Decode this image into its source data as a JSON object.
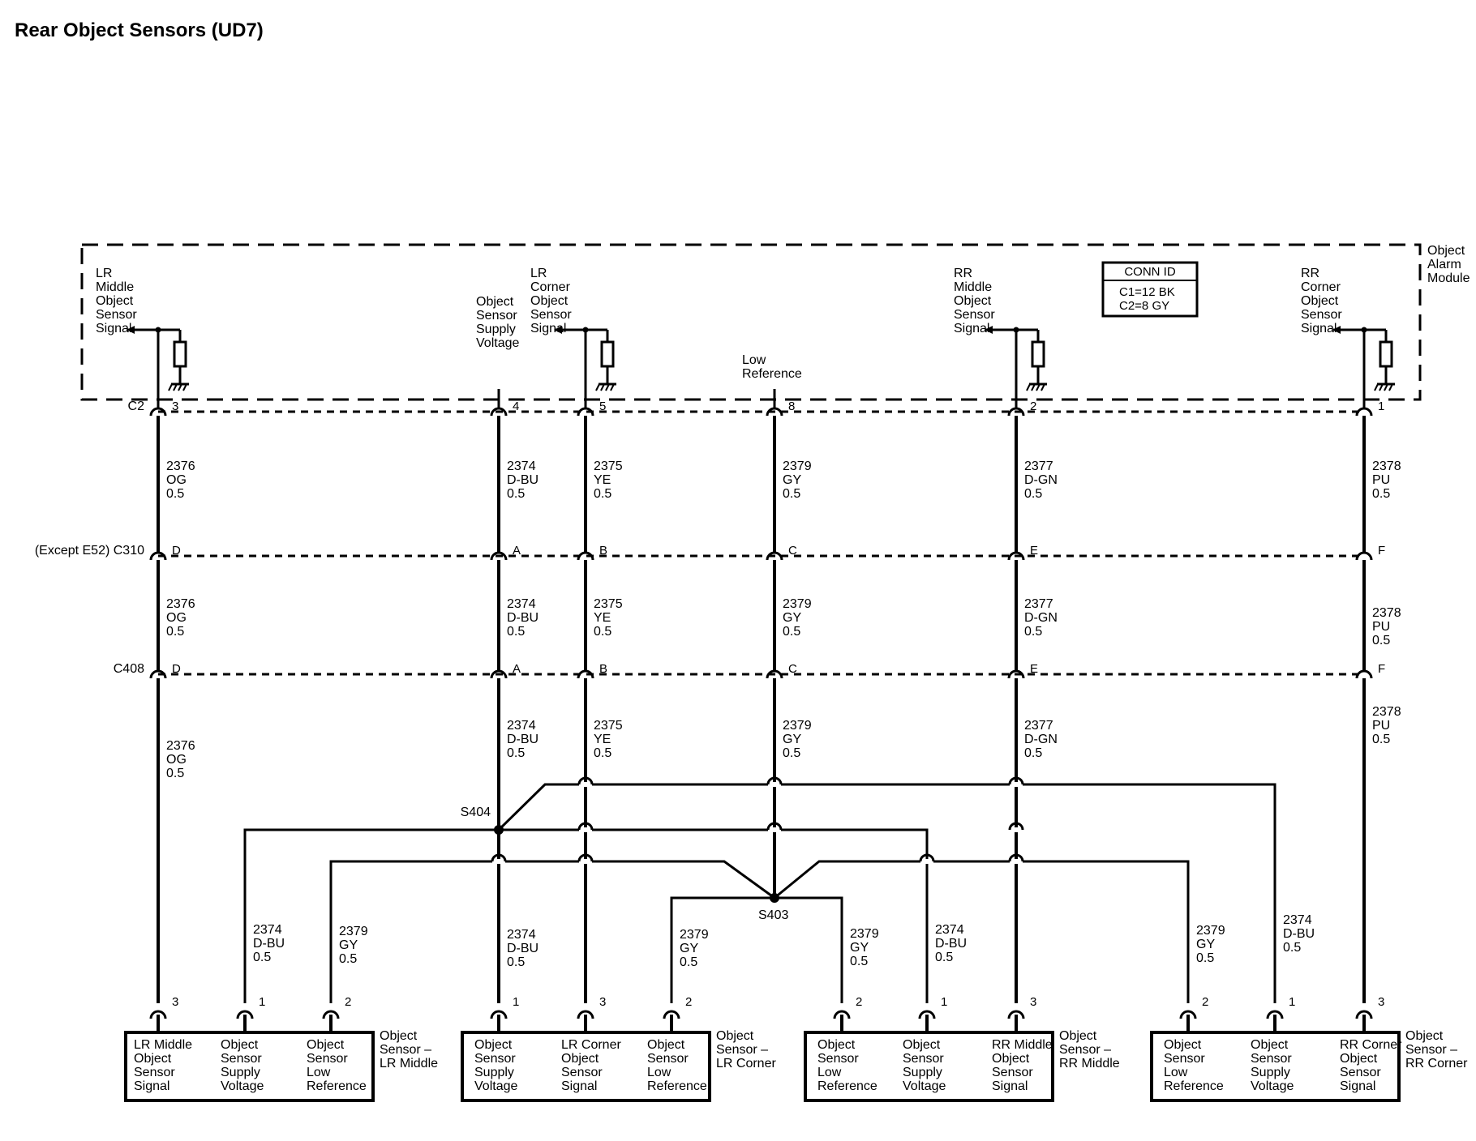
{
  "title": "Rear Object Sensors (UD7)",
  "module": {
    "name_lines": [
      "Object",
      "Alarm",
      "Module"
    ],
    "conn_id": {
      "header": "CONN ID",
      "lines": [
        "C1=12 BK",
        "C2=8 GY"
      ]
    },
    "signals": [
      {
        "id": "lr-middle-signal",
        "lines": [
          "LR",
          "Middle",
          "Object",
          "Sensor",
          "Signal"
        ]
      },
      {
        "id": "supply-voltage",
        "lines": [
          "Object",
          "Sensor",
          "Supply",
          "Voltage"
        ]
      },
      {
        "id": "lr-corner-signal",
        "lines": [
          "LR",
          "Corner",
          "Object",
          "Sensor",
          "Signal"
        ]
      },
      {
        "id": "low-reference",
        "lines": [
          "Low",
          "Reference"
        ]
      },
      {
        "id": "rr-middle-signal",
        "lines": [
          "RR",
          "Middle",
          "Object",
          "Sensor",
          "Signal"
        ]
      },
      {
        "id": "rr-corner-signal",
        "lines": [
          "RR",
          "Corner",
          "Object",
          "Sensor",
          "Signal"
        ]
      }
    ]
  },
  "connectors": {
    "c2": {
      "label": "C2",
      "pins": [
        "3",
        "4",
        "5",
        "8",
        "2",
        "1"
      ]
    },
    "c310": {
      "label": "(Except E52) C310",
      "pins": [
        "D",
        "A",
        "B",
        "C",
        "E",
        "F"
      ]
    },
    "c408": {
      "label": "C408",
      "pins": [
        "D",
        "A",
        "B",
        "C",
        "E",
        "F"
      ]
    }
  },
  "wires": [
    {
      "circuit": "2376",
      "color": "OG",
      "gauge": "0.5"
    },
    {
      "circuit": "2374",
      "color": "D-BU",
      "gauge": "0.5"
    },
    {
      "circuit": "2375",
      "color": "YE",
      "gauge": "0.5"
    },
    {
      "circuit": "2379",
      "color": "GY",
      "gauge": "0.5"
    },
    {
      "circuit": "2377",
      "color": "D-GN",
      "gauge": "0.5"
    },
    {
      "circuit": "2378",
      "color": "PU",
      "gauge": "0.5"
    }
  ],
  "splices": {
    "s404": "S404",
    "s403": "S403"
  },
  "sensors": [
    {
      "name_lines": [
        "Object",
        "Sensor –",
        "LR Middle"
      ],
      "terminals": [
        {
          "pin": "3",
          "lines": [
            "LR Middle",
            "Object",
            "Sensor",
            "Signal"
          ]
        },
        {
          "pin": "1",
          "lines": [
            "Object",
            "Sensor",
            "Supply",
            "Voltage"
          ]
        },
        {
          "pin": "2",
          "lines": [
            "Object",
            "Sensor",
            "Low",
            "Reference"
          ]
        }
      ]
    },
    {
      "name_lines": [
        "Object",
        "Sensor –",
        "LR Corner"
      ],
      "terminals": [
        {
          "pin": "1",
          "lines": [
            "Object",
            "Sensor",
            "Supply",
            "Voltage"
          ]
        },
        {
          "pin": "3",
          "lines": [
            "LR Corner",
            "Object",
            "Sensor",
            "Signal"
          ]
        },
        {
          "pin": "2",
          "lines": [
            "Object",
            "Sensor",
            "Low",
            "Reference"
          ]
        }
      ]
    },
    {
      "name_lines": [
        "Object",
        "Sensor –",
        "RR Middle"
      ],
      "terminals": [
        {
          "pin": "2",
          "lines": [
            "Object",
            "Sensor",
            "Low",
            "Reference"
          ]
        },
        {
          "pin": "1",
          "lines": [
            "Object",
            "Sensor",
            "Supply",
            "Voltage"
          ]
        },
        {
          "pin": "3",
          "lines": [
            "RR Middle",
            "Object",
            "Sensor",
            "Signal"
          ]
        }
      ]
    },
    {
      "name_lines": [
        "Object",
        "Sensor –",
        "RR Corner"
      ],
      "terminals": [
        {
          "pin": "2",
          "lines": [
            "Object",
            "Sensor",
            "Low",
            "Reference"
          ]
        },
        {
          "pin": "1",
          "lines": [
            "Object",
            "Sensor",
            "Supply",
            "Voltage"
          ]
        },
        {
          "pin": "3",
          "lines": [
            "RR Corner",
            "Object",
            "Sensor",
            "Signal"
          ]
        }
      ]
    }
  ]
}
